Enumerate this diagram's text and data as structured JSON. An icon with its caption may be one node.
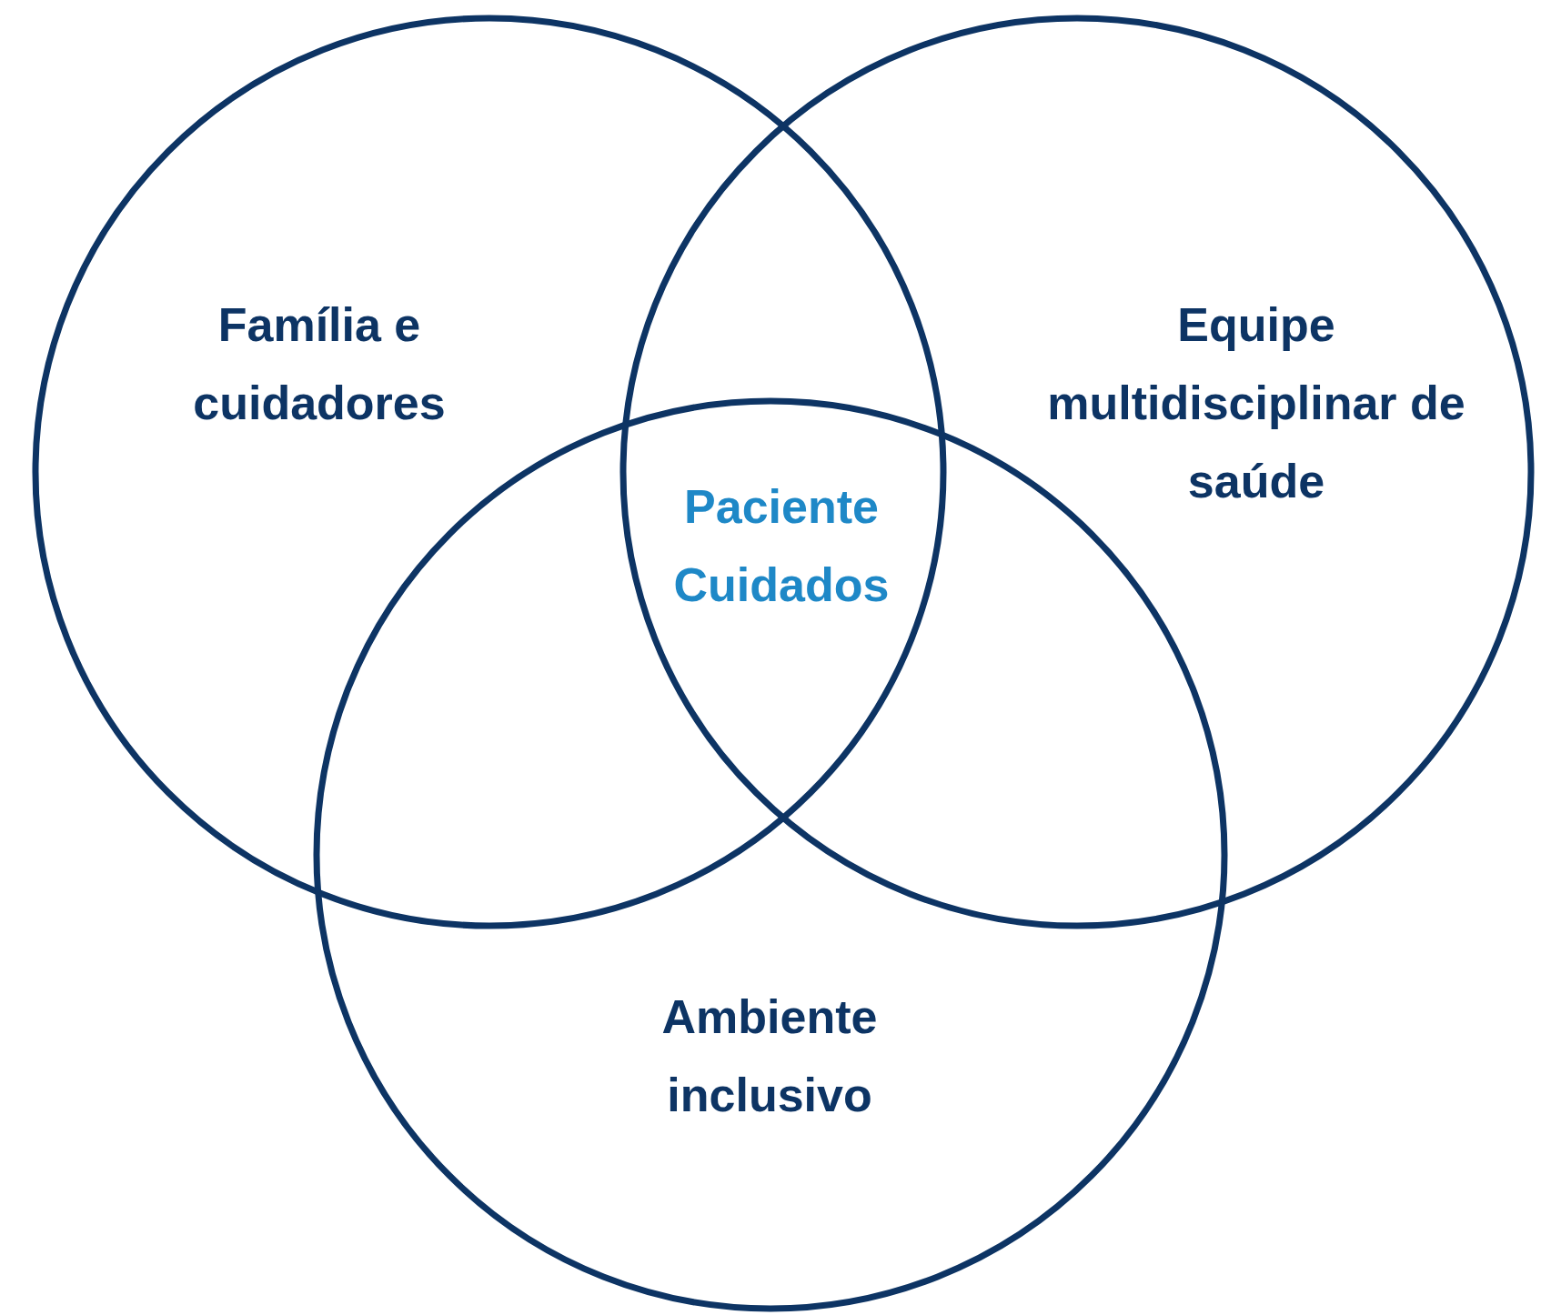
{
  "diagram": {
    "nodes": [
      {
        "text": [
          "Família e cuidadores"
        ]
      },
      {
        "text": [
          "Equipe multidisciplinar de saúde"
        ]
      },
      {
        "text": [
          "Ambiente inclusivo"
        ]
      }
    ],
    "labels": [
      "Paciente Cuidados"
    ]
  }
}
